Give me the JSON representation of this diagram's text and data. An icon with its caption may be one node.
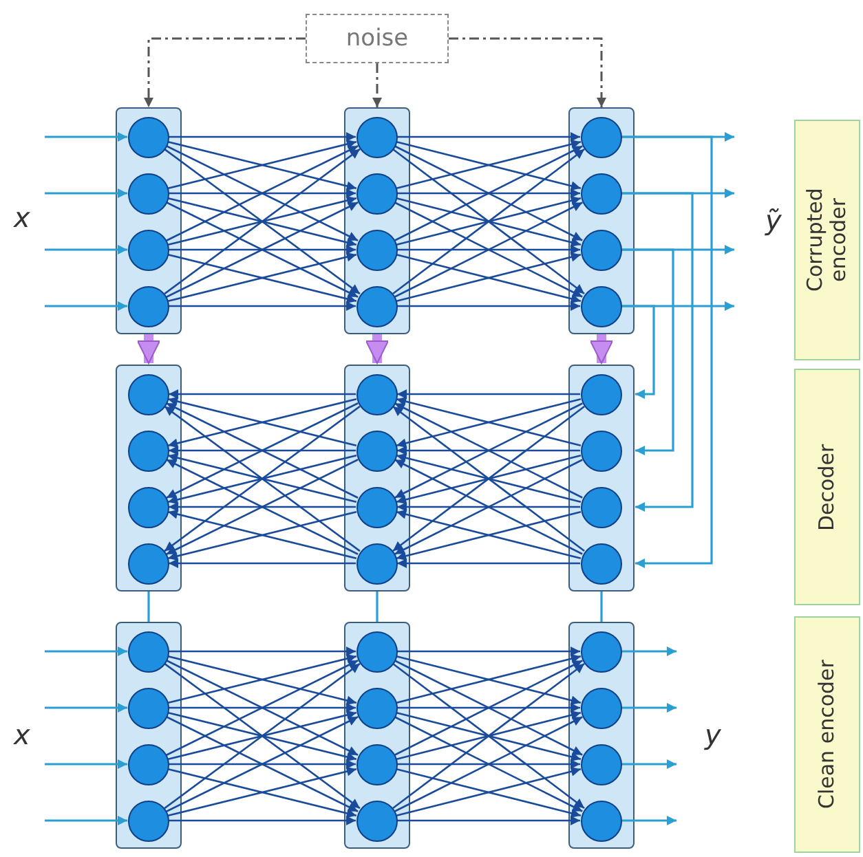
{
  "diagram": {
    "nodes": [
      {
        "text": [
          "noise"
        ]
      },
      {
        "text": [
          "Corrupted encoder"
        ]
      },
      {
        "text": [
          "Decoder"
        ]
      },
      {
        "text": [
          "Clean encoder"
        ]
      },
      {
        "text": [],
        "shape": "box"
      },
      {
        "text": [],
        "shape": "box"
      },
      {
        "text": [],
        "shape": "box"
      },
      {
        "text": [],
        "shape": "box"
      },
      {
        "text": [],
        "shape": "box"
      },
      {
        "text": [],
        "shape": "box"
      },
      {
        "text": [],
        "shape": "box"
      },
      {
        "text": [],
        "shape": "box"
      },
      {
        "text": [],
        "shape": "box"
      },
      {
        "text": [],
        "shape": "circle",
        "in": 4
      },
      {
        "text": [],
        "shape": "circle",
        "in": 4
      },
      {
        "text": [],
        "shape": "circle",
        "in": 4
      },
      {
        "text": [],
        "shape": "circle",
        "in": 4
      },
      {
        "text": [],
        "shape": "circle",
        "in": 5
      },
      {
        "text": [],
        "shape": "circle",
        "in": 5
      },
      {
        "text": [],
        "shape": "circle",
        "in": 5
      },
      {
        "text": [],
        "shape": "circle",
        "in": 5
      },
      {
        "text": [],
        "shape": "circle",
        "in": 6
      },
      {
        "text": [],
        "shape": "circle",
        "in": 6
      },
      {
        "text": [],
        "shape": "circle",
        "in": 6
      },
      {
        "text": [],
        "shape": "circle",
        "in": 6
      },
      {
        "text": [],
        "shape": "circle",
        "in": 7
      },
      {
        "text": [],
        "shape": "circle",
        "in": 7
      },
      {
        "text": [],
        "shape": "circle",
        "in": 7
      },
      {
        "text": [],
        "shape": "circle",
        "in": 7
      },
      {
        "text": [],
        "shape": "circle",
        "in": 8
      },
      {
        "text": [],
        "shape": "circle",
        "in": 8
      },
      {
        "text": [],
        "shape": "circle",
        "in": 8
      },
      {
        "text": [],
        "shape": "circle",
        "in": 8
      },
      {
        "text": [],
        "shape": "circle",
        "in": 9
      },
      {
        "text": [],
        "shape": "circle",
        "in": 9
      },
      {
        "text": [],
        "shape": "circle",
        "in": 9
      },
      {
        "text": [],
        "shape": "circle",
        "in": 9
      },
      {
        "text": [],
        "shape": "circle",
        "in": 10
      },
      {
        "text": [],
        "shape": "circle",
        "in": 10
      },
      {
        "text": [],
        "shape": "circle",
        "in": 10
      },
      {
        "text": [],
        "shape": "circle",
        "in": 10
      },
      {
        "text": [],
        "shape": "circle",
        "in": 11
      },
      {
        "text": [],
        "shape": "circle",
        "in": 11
      },
      {
        "text": [],
        "shape": "circle",
        "in": 11
      },
      {
        "text": [],
        "shape": "circle",
        "in": 11
      },
      {
        "text": [],
        "shape": "circle",
        "in": 12
      },
      {
        "text": [],
        "shape": "circle",
        "in": 12
      },
      {
        "text": [],
        "shape": "circle",
        "in": 12
      },
      {
        "text": [],
        "shape": "circle",
        "in": 12
      }
    ],
    "edges": [
      {
        "from": 0,
        "to": 4,
        "arrow": "to",
        "style": "dashed",
        "color": "#555555"
      },
      {
        "from": 0,
        "to": 5,
        "arrow": "to",
        "style": "dashed",
        "color": "#555555"
      },
      {
        "from": 0,
        "to": 6,
        "arrow": "to",
        "style": "dashed",
        "color": "#555555"
      },
      {
        "from": null,
        "to": 13,
        "arrow": "to",
        "color": "#2b9fd4"
      },
      {
        "from": null,
        "to": 14,
        "arrow": "to",
        "color": "#2b9fd4"
      },
      {
        "from": null,
        "to": 15,
        "arrow": "to",
        "color": "#2b9fd4"
      },
      {
        "from": null,
        "to": 16,
        "arrow": "to",
        "color": "#2b9fd4"
      },
      {
        "from": 13,
        "to": 17,
        "arrow": "to"
      },
      {
        "from": 13,
        "to": 18,
        "arrow": "to"
      },
      {
        "from": 13,
        "to": 19,
        "arrow": "to"
      },
      {
        "from": 13,
        "to": 20,
        "arrow": "to"
      },
      {
        "from": 14,
        "to": 17,
        "arrow": "to"
      },
      {
        "from": 14,
        "to": 18,
        "arrow": "to"
      },
      {
        "from": 14,
        "to": 19,
        "arrow": "to"
      },
      {
        "from": 14,
        "to": 20,
        "arrow": "to"
      },
      {
        "from": 15,
        "to": 17,
        "arrow": "to"
      },
      {
        "from": 15,
        "to": 18,
        "arrow": "to"
      },
      {
        "from": 15,
        "to": 19,
        "arrow": "to"
      },
      {
        "from": 15,
        "to": 20,
        "arrow": "to"
      },
      {
        "from": 16,
        "to": 17,
        "arrow": "to"
      },
      {
        "from": 16,
        "to": 18,
        "arrow": "to"
      },
      {
        "from": 16,
        "to": 19,
        "arrow": "to"
      },
      {
        "from": 16,
        "to": 20,
        "arrow": "to"
      },
      {
        "from": 17,
        "to": 21,
        "arrow": "to"
      },
      {
        "from": 17,
        "to": 22,
        "arrow": "to"
      },
      {
        "from": 17,
        "to": 23,
        "arrow": "to"
      },
      {
        "from": 17,
        "to": 24,
        "arrow": "to"
      },
      {
        "from": 18,
        "to": 21,
        "arrow": "to"
      },
      {
        "from": 18,
        "to": 22,
        "arrow": "to"
      },
      {
        "from": 18,
        "to": 23,
        "arrow": "to"
      },
      {
        "from": 18,
        "to": 24,
        "arrow": "to"
      },
      {
        "from": 19,
        "to": 21,
        "arrow": "to"
      },
      {
        "from": 19,
        "to": 22,
        "arrow": "to"
      },
      {
        "from": 19,
        "to": 23,
        "arrow": "to"
      },
      {
        "from": 19,
        "to": 24,
        "arrow": "to"
      },
      {
        "from": 20,
        "to": 21,
        "arrow": "to"
      },
      {
        "from": 20,
        "to": 22,
        "arrow": "to"
      },
      {
        "from": 20,
        "to": 23,
        "arrow": "to"
      },
      {
        "from": 20,
        "to": 24,
        "arrow": "to"
      },
      {
        "from": 21,
        "to": null,
        "arrow": "to",
        "color": "#2b9fd4"
      },
      {
        "from": 22,
        "to": null,
        "arrow": "to",
        "color": "#2b9fd4"
      },
      {
        "from": 23,
        "to": null,
        "arrow": "to",
        "color": "#2b9fd4"
      },
      {
        "from": 24,
        "to": null,
        "arrow": "to",
        "color": "#2b9fd4"
      },
      {
        "from": 21,
        "to": 36,
        "arrow": "to",
        "color": "#2b9fd4"
      },
      {
        "from": 22,
        "to": 35,
        "arrow": "to",
        "color": "#2b9fd4"
      },
      {
        "from": 23,
        "to": 34,
        "arrow": "to",
        "color": "#2b9fd4"
      },
      {
        "from": 24,
        "to": 33,
        "arrow": "to",
        "color": "#2b9fd4"
      },
      {
        "from": 4,
        "to": 7,
        "arrow": "to",
        "style": "thick",
        "color": "#c58df0"
      },
      {
        "from": 5,
        "to": 8,
        "arrow": "to",
        "style": "thick",
        "color": "#c58df0"
      },
      {
        "from": 6,
        "to": 9,
        "arrow": "to",
        "style": "thick",
        "color": "#c58df0"
      },
      {
        "from": 33,
        "to": 29,
        "arrow": "to"
      },
      {
        "from": 33,
        "to": 30,
        "arrow": "to"
      },
      {
        "from": 33,
        "to": 31,
        "arrow": "to"
      },
      {
        "from": 33,
        "to": 32,
        "arrow": "to"
      },
      {
        "from": 34,
        "to": 29,
        "arrow": "to"
      },
      {
        "from": 34,
        "to": 30,
        "arrow": "to"
      },
      {
        "from": 34,
        "to": 31,
        "arrow": "to"
      },
      {
        "from": 34,
        "to": 32,
        "arrow": "to"
      },
      {
        "from": 35,
        "to": 29,
        "arrow": "to"
      },
      {
        "from": 35,
        "to": 30,
        "arrow": "to"
      },
      {
        "from": 35,
        "to": 31,
        "arrow": "to"
      },
      {
        "from": 35,
        "to": 32,
        "arrow": "to"
      },
      {
        "from": 36,
        "to": 29,
        "arrow": "to"
      },
      {
        "from": 36,
        "to": 30,
        "arrow": "to"
      },
      {
        "from": 36,
        "to": 31,
        "arrow": "to"
      },
      {
        "from": 36,
        "to": 32,
        "arrow": "to"
      },
      {
        "from": 29,
        "to": 25,
        "arrow": "to"
      },
      {
        "from": 29,
        "to": 26,
        "arrow": "to"
      },
      {
        "from": 29,
        "to": 27,
        "arrow": "to"
      },
      {
        "from": 29,
        "to": 28,
        "arrow": "to"
      },
      {
        "from": 30,
        "to": 25,
        "arrow": "to"
      },
      {
        "from": 30,
        "to": 26,
        "arrow": "to"
      },
      {
        "from": 30,
        "to": 27,
        "arrow": "to"
      },
      {
        "from": 30,
        "to": 28,
        "arrow": "to"
      },
      {
        "from": 31,
        "to": 25,
        "arrow": "to"
      },
      {
        "from": 31,
        "to": 26,
        "arrow": "to"
      },
      {
        "from": 31,
        "to": 27,
        "arrow": "to"
      },
      {
        "from": 31,
        "to": 28,
        "arrow": "to"
      },
      {
        "from": 32,
        "to": 25,
        "arrow": "to"
      },
      {
        "from": 32,
        "to": 26,
        "arrow": "to"
      },
      {
        "from": 32,
        "to": 27,
        "arrow": "to"
      },
      {
        "from": 32,
        "to": 28,
        "arrow": "to"
      },
      {
        "from": 7,
        "to": 10,
        "arrow": "none",
        "color": "#2b9fd4"
      },
      {
        "from": 8,
        "to": 11,
        "arrow": "none",
        "color": "#2b9fd4"
      },
      {
        "from": 9,
        "to": 12,
        "arrow": "none",
        "color": "#2b9fd4"
      },
      {
        "from": null,
        "to": 37,
        "arrow": "to",
        "color": "#2b9fd4"
      },
      {
        "from": null,
        "to": 38,
        "arrow": "to",
        "color": "#2b9fd4"
      },
      {
        "from": null,
        "to": 39,
        "arrow": "to",
        "color": "#2b9fd4"
      },
      {
        "from": null,
        "to": 40,
        "arrow": "to",
        "color": "#2b9fd4"
      },
      {
        "from": 37,
        "to": 41,
        "arrow": "to"
      },
      {
        "from": 37,
        "to": 42,
        "arrow": "to"
      },
      {
        "from": 37,
        "to": 43,
        "arrow": "to"
      },
      {
        "from": 37,
        "to": 44,
        "arrow": "to"
      },
      {
        "from": 38,
        "to": 41,
        "arrow": "to"
      },
      {
        "from": 38,
        "to": 42,
        "arrow": "to"
      },
      {
        "from": 38,
        "to": 43,
        "arrow": "to"
      },
      {
        "from": 38,
        "to": 44,
        "arrow": "to"
      },
      {
        "from": 39,
        "to": 41,
        "arrow": "to"
      },
      {
        "from": 39,
        "to": 42,
        "arrow": "to"
      },
      {
        "from": 39,
        "to": 43,
        "arrow": "to"
      },
      {
        "from": 39,
        "to": 44,
        "arrow": "to"
      },
      {
        "from": 40,
        "to": 41,
        "arrow": "to"
      },
      {
        "from": 40,
        "to": 42,
        "arrow": "to"
      },
      {
        "from": 40,
        "to": 43,
        "arrow": "to"
      },
      {
        "from": 40,
        "to": 44,
        "arrow": "to"
      },
      {
        "from": 41,
        "to": 45,
        "arrow": "to"
      },
      {
        "from": 41,
        "to": 46,
        "arrow": "to"
      },
      {
        "from": 41,
        "to": 47,
        "arrow": "to"
      },
      {
        "from": 41,
        "to": 48,
        "arrow": "to"
      },
      {
        "from": 42,
        "to": 45,
        "arrow": "to"
      },
      {
        "from": 42,
        "to": 46,
        "arrow": "to"
      },
      {
        "from": 42,
        "to": 47,
        "arrow": "to"
      },
      {
        "from": 42,
        "to": 48,
        "arrow": "to"
      },
      {
        "from": 43,
        "to": 45,
        "arrow": "to"
      },
      {
        "from": 43,
        "to": 46,
        "arrow": "to"
      },
      {
        "from": 43,
        "to": 47,
        "arrow": "to"
      },
      {
        "from": 43,
        "to": 48,
        "arrow": "to"
      },
      {
        "from": 44,
        "to": 45,
        "arrow": "to"
      },
      {
        "from": 44,
        "to": 46,
        "arrow": "to"
      },
      {
        "from": 44,
        "to": 47,
        "arrow": "to"
      },
      {
        "from": 44,
        "to": 48,
        "arrow": "to"
      },
      {
        "from": 45,
        "to": null,
        "arrow": "to",
        "color": "#2b9fd4"
      },
      {
        "from": 46,
        "to": null,
        "arrow": "to",
        "color": "#2b9fd4"
      },
      {
        "from": 47,
        "to": null,
        "arrow": "to",
        "color": "#2b9fd4"
      },
      {
        "from": 48,
        "to": null,
        "arrow": "to",
        "color": "#2b9fd4"
      }
    ],
    "labels": [
      "x",
      "ỹ",
      "x",
      "y"
    ]
  }
}
